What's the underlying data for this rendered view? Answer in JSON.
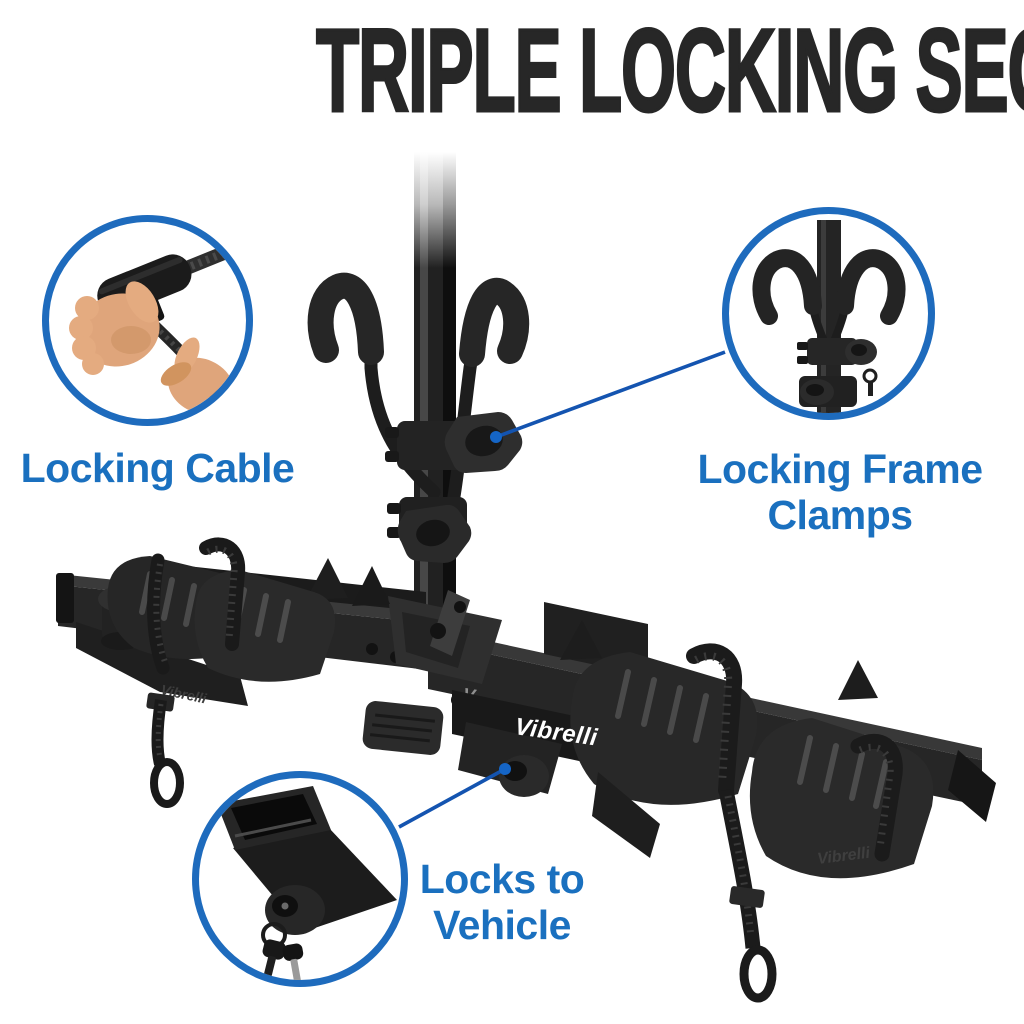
{
  "title": "TRIPLE LOCKING SECURITY",
  "brand": {
    "logo_text": "Vibrelli",
    "embossed_logo_text": "Vibrelli",
    "v_emblem": "V"
  },
  "callouts": {
    "locking_cable": {
      "label": "Locking Cable"
    },
    "locking_frame_clamps": {
      "label": "Locking Frame Clamps"
    },
    "locks_to_vehicle": {
      "label": "Locks to Vehicle"
    }
  },
  "colors": {
    "background": "#ffffff",
    "title_text": "#272727",
    "accent_text_blue": "#1a70bf",
    "circle_border_blue": "#1e6bbd",
    "leader_line_blue": "#1454b0",
    "leader_dot_blue": "#1565c6",
    "rack_black": "#262626"
  }
}
